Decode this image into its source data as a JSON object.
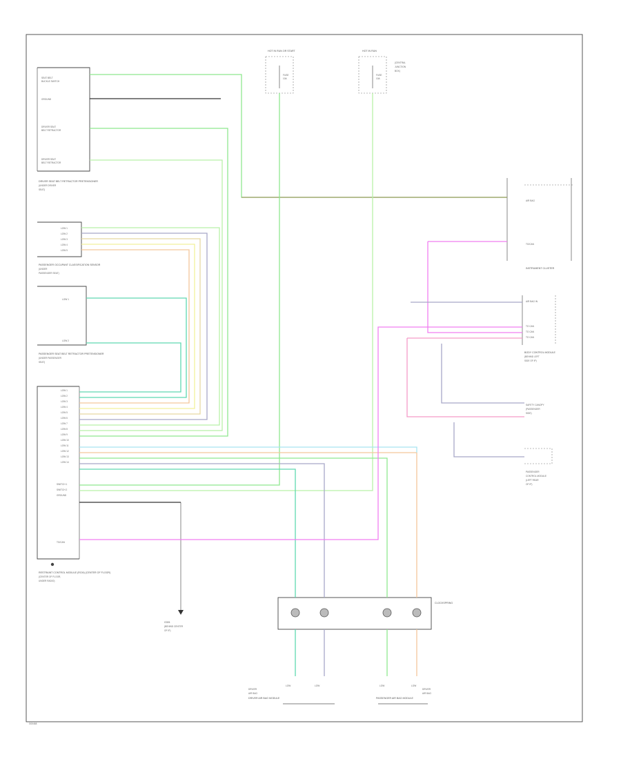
{
  "colors": {
    "green": "#8ee88e",
    "light_green": "#b8f0a8",
    "teal": "#5ed8b0",
    "yellow": "#f2f09a",
    "tan": "#e8d8a0",
    "orange": "#f4c79a",
    "gray": "#a8a8c8",
    "brown": "#9a9a60",
    "magenta": "#f07ef0",
    "pink": "#f59ac8",
    "cyan": "#a8e4f0",
    "black": "#333333"
  },
  "labels": {
    "module_header": "DRIVER SEAT BELT RETRACTOR PRETENSIONER",
    "passenger_occupant": "PASSENGER OCCUPANT CLASSIFICATION SENSOR",
    "passenger_seat_belt": "PASSENGER SEAT BELT RETRACTOR PRETENSIONER",
    "restraint_module": "RESTRAINT CONTROL MODULE (RCM) (CENTER OF FLOOR)",
    "instrument_cluster": "INSTRUMENT CLUSTER",
    "body_control_module": "BODY CONTROL MODULE",
    "ground": "G301",
    "clockspring": "CLOCKSPRING",
    "driver_airbag": "DRIVER AIR BAG MODULE",
    "passenger_airbag": "PASSENGER AIR BAG MODULE",
    "hot_run_left": "HOT IN RUN OR START",
    "hot_run_right": "HOT IN RUN",
    "footer_code": "G00468"
  }
}
